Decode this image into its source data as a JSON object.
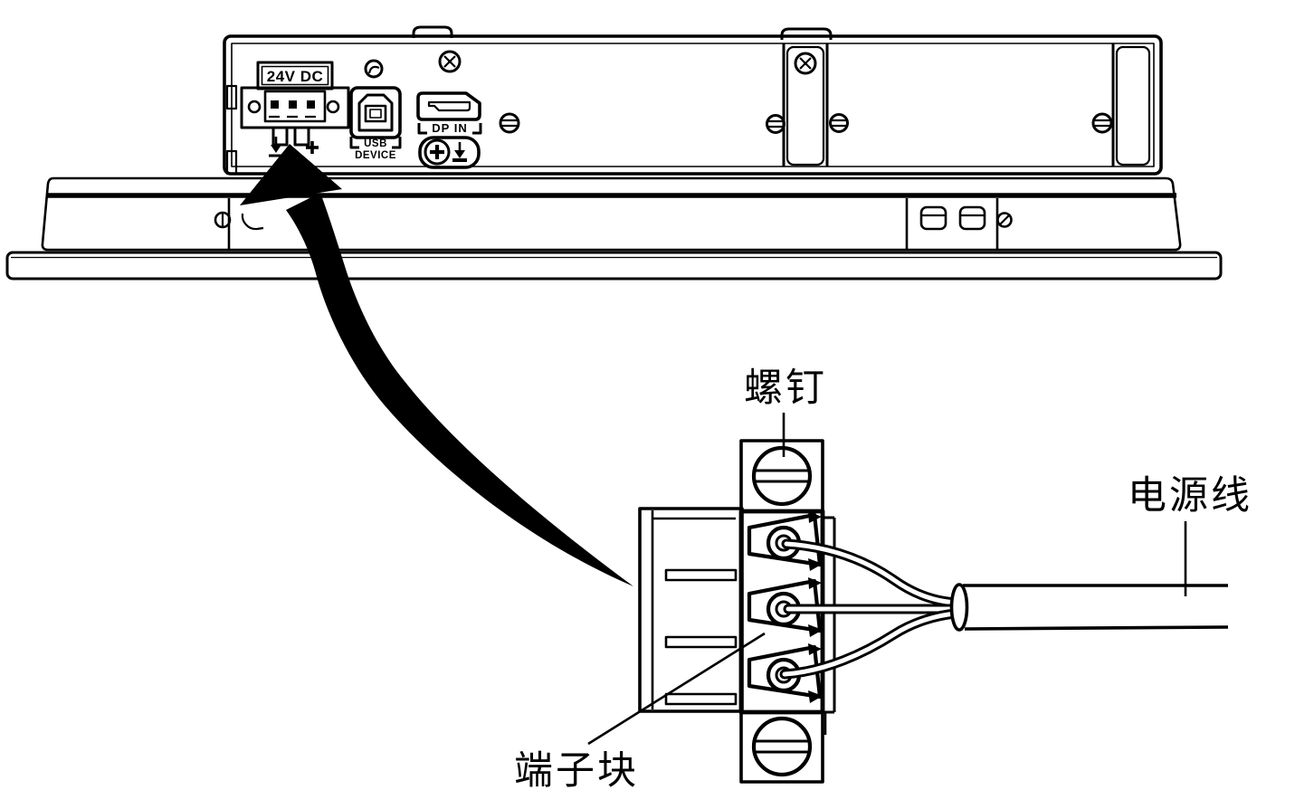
{
  "device": {
    "power_port_label": "24V DC",
    "usb_port_label_top": "USB",
    "usb_port_label_bottom": "DEVICE",
    "dp_port_label": "DP IN"
  },
  "callouts": {
    "screw": "螺钉",
    "power_cable": "电源线",
    "terminal_block": "端子块"
  },
  "colors": {
    "line": "#000000",
    "screw_head_fill": "#c8c8c8",
    "background": "#ffffff"
  }
}
